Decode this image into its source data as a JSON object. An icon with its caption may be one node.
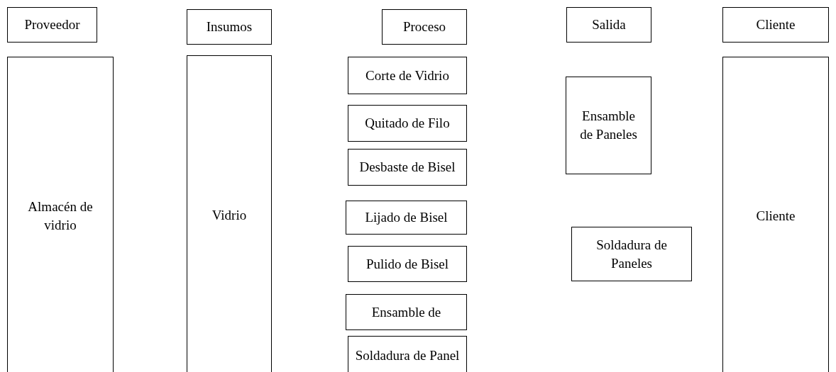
{
  "diagram": {
    "nodes": [
      {
        "text": [
          "Proveedor"
        ]
      },
      {
        "text": [
          "Insumos"
        ]
      },
      {
        "text": [
          "Proceso"
        ]
      },
      {
        "text": [
          "Salida"
        ]
      },
      {
        "text": [
          "Cliente"
        ]
      },
      {
        "text": [
          "Almacén de vidrio"
        ]
      },
      {
        "text": [
          "Vidrio"
        ]
      },
      {
        "text": [
          "Corte de Vidrio"
        ]
      },
      {
        "text": [
          "Quitado de Filo"
        ]
      },
      {
        "text": [
          "Desbaste de Bisel"
        ]
      },
      {
        "text": [
          "Lijado de Bisel"
        ]
      },
      {
        "text": [
          "Pulido de Bisel"
        ]
      },
      {
        "text": [
          "Ensamble de"
        ]
      },
      {
        "text": [
          "Soldadura de Panel"
        ]
      },
      {
        "text": [
          "Ensamble de Paneles"
        ]
      },
      {
        "text": [
          "Soldadura de Paneles"
        ]
      },
      {
        "text": [
          "Cliente"
        ]
      }
    ]
  }
}
